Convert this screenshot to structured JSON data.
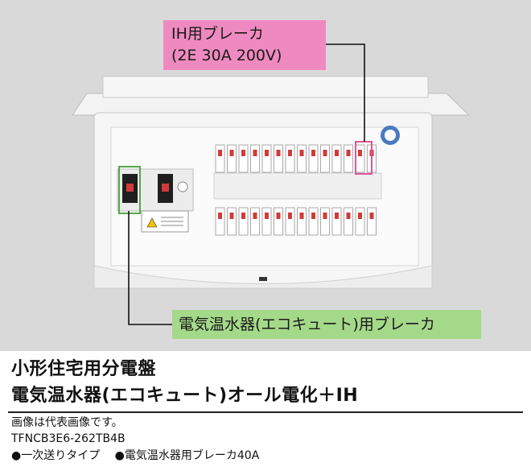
{
  "callouts": {
    "ih_line1": "IH用ブレーカ",
    "ih_line2": "(2E 30A 200V)",
    "ecocute": "電気温水器(エコキュート)用ブレーカ"
  },
  "product": {
    "title": "小形住宅用分電盤",
    "subtitle": "電気温水器(エコキュート)オール電化＋IH",
    "note": "画像は代表画像です。",
    "model": "TFNCB3E6-262TB4B",
    "specs": [
      "●一次送りタイプ",
      "●電気温水器用ブレーカ40A"
    ]
  },
  "colors": {
    "photo_background": "#d9d9d9",
    "ih_callout": "#ef8ac0",
    "ecocute_callout": "#a5d98a",
    "breaker_accent": "#d23a3a",
    "highlight_box": "#e0559a"
  }
}
